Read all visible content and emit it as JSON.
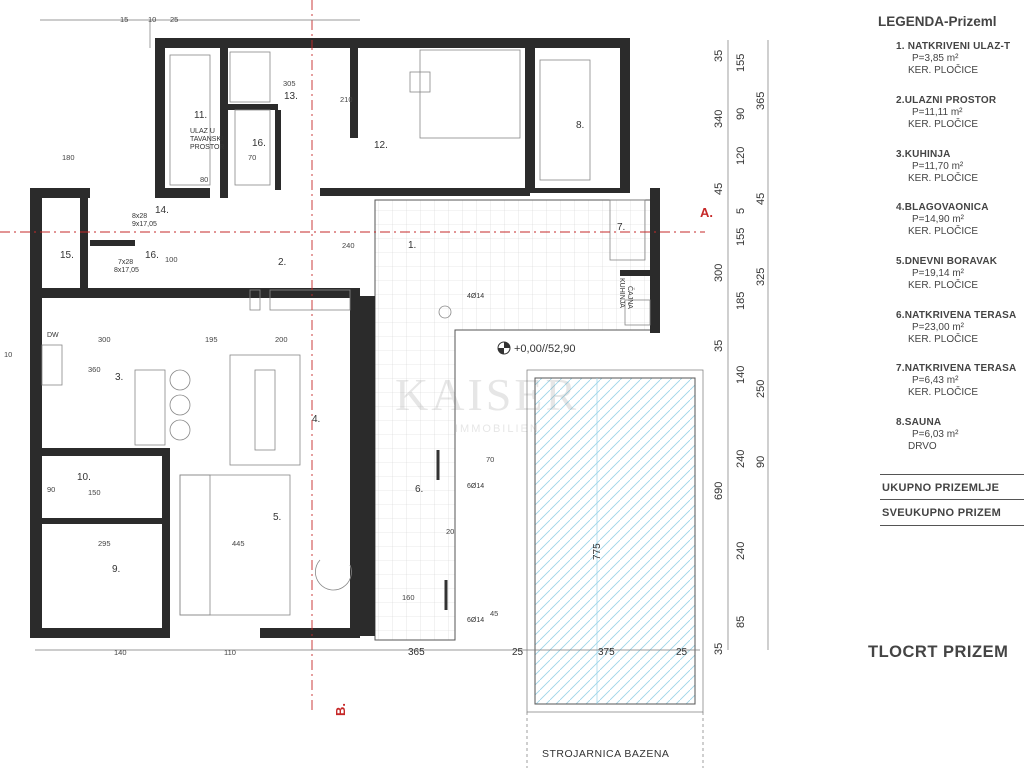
{
  "legend": {
    "title": "LEGENDA-Prizeml",
    "items": [
      {
        "name": "1. NATKRIVENI ULAZ-T",
        "area": "P=3,85 m²",
        "floor": "KER. PLOČICE"
      },
      {
        "name": "2.ULAZNI PROSTOR",
        "area": "P=11,11 m²",
        "floor": "KER. PLOČICE"
      },
      {
        "name": "3.KUHINJA",
        "area": "P=11,70 m²",
        "floor": "KER. PLOČICE"
      },
      {
        "name": "4.BLAGOVAONICA",
        "area": "P=14,90 m²",
        "floor": "KER. PLOČICE"
      },
      {
        "name": "5.DNEVNI BORAVAK",
        "area": "P=19,14 m²",
        "floor": "KER. PLOČICE"
      },
      {
        "name": "6.NATKRIVENA TERASA",
        "area": "P=23,00 m²",
        "floor": "KER. PLOČICE"
      },
      {
        "name": "7.NATKRIVENA TERASA",
        "area": "P=6,43 m²",
        "floor": "KER. PLOČICE"
      },
      {
        "name": "8.SAUNA",
        "area": "P=6,03 m²",
        "floor": "DRVO"
      }
    ],
    "total_1": "UKUPNO PRIZEMLJE",
    "total_2": "SVEUKUPNO PRIZEM",
    "plan_title": "TLOCRT PRIZEM"
  },
  "plan": {
    "rooms": [
      {
        "n": "1."
      },
      {
        "n": "2."
      },
      {
        "n": "3."
      },
      {
        "n": "4."
      },
      {
        "n": "5."
      },
      {
        "n": "6."
      },
      {
        "n": "7."
      },
      {
        "n": "8."
      },
      {
        "n": "9."
      },
      {
        "n": "10."
      },
      {
        "n": "11."
      },
      {
        "n": "12."
      },
      {
        "n": "13."
      },
      {
        "n": "14."
      },
      {
        "n": "15."
      },
      {
        "n": "16."
      },
      {
        "n": "16."
      }
    ],
    "labels": {
      "ulaz": "ULAZ U",
      "tavanski": "TAVANSKI",
      "prostor": "PROSTOR",
      "level": "+0,00//52,90",
      "section_a": "A.",
      "section_b": "B.",
      "pool_room": "STROJARNICA BAZENA",
      "cajna": "ČAJNA",
      "kuhinja": "KUHINJA",
      "dw": "DW",
      "col_1": "4Ø14",
      "col_2": "6Ø14",
      "col_3": "6Ø14",
      "stair_1": "8x28",
      "stair_1b": "9x17,05",
      "stair_2": "7x28",
      "stair_2b": "8x17,05",
      "watermark": "KAISER",
      "watermark_2": "IMMOBILIEN"
    },
    "right_dims_inner": [
      "35",
      "155",
      "90",
      "340",
      "120",
      "45",
      "5",
      "155",
      "300",
      "185",
      "35",
      "140",
      "240",
      "690",
      "240",
      "85",
      "35"
    ],
    "right_dims_outer": [
      "365",
      "45",
      "325",
      "250",
      "90"
    ],
    "bottom_dims": [
      "365",
      "25",
      "375",
      "25"
    ],
    "pool_dim": "775",
    "misc_dims": [
      "10",
      "25",
      "305",
      "210",
      "80",
      "240",
      "300",
      "195",
      "200",
      "100",
      "90",
      "150",
      "295",
      "445",
      "360",
      "20",
      "160",
      "70",
      "110",
      "140",
      "180",
      "70",
      "45",
      "10",
      "15"
    ]
  }
}
